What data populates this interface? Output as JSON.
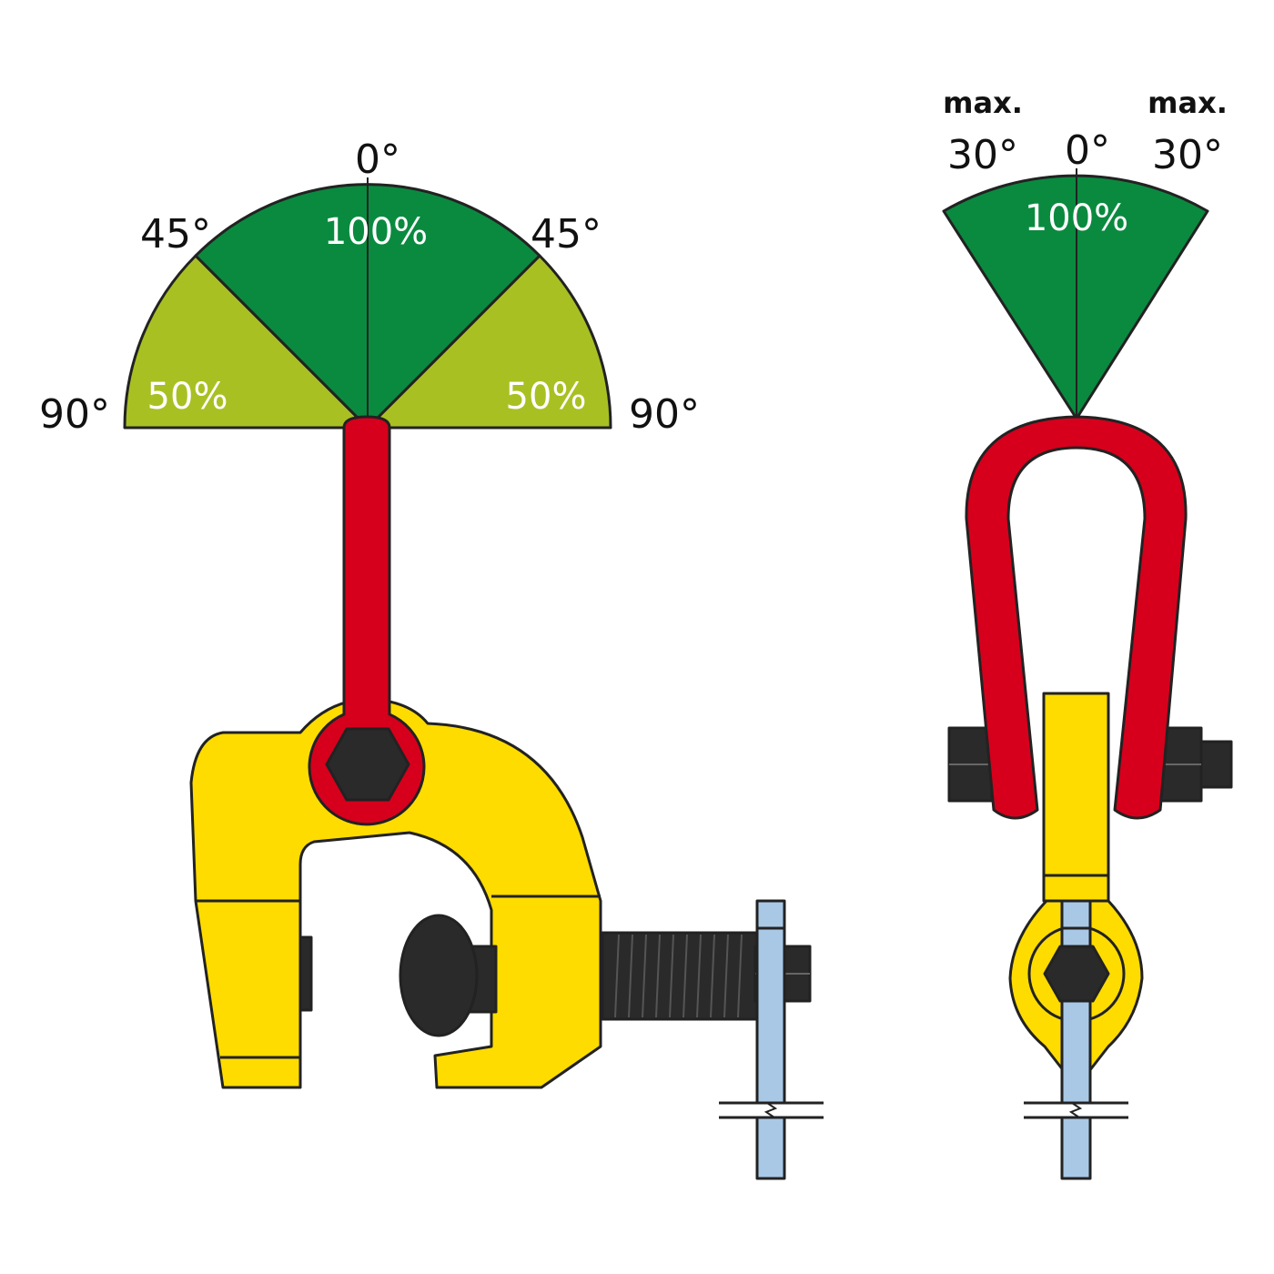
{
  "left_view": {
    "angles": {
      "top": "0°",
      "upper_left": "45°",
      "upper_right": "45°",
      "left": "90°",
      "right": "90°"
    },
    "zones": {
      "center": "100%",
      "left": "50%",
      "right": "50%"
    }
  },
  "right_view": {
    "max_left": "max.",
    "max_right": "max.",
    "angle_left": "30°",
    "angle_right": "30°",
    "angle_top": "0°",
    "zone": "100%"
  },
  "colors": {
    "dark_green": "#0a8a3f",
    "light_green": "#a9c023",
    "red": "#d6001c",
    "yellow": "#ffdc00",
    "black": "#2a2a2a",
    "blue": "#a8c8e6"
  }
}
